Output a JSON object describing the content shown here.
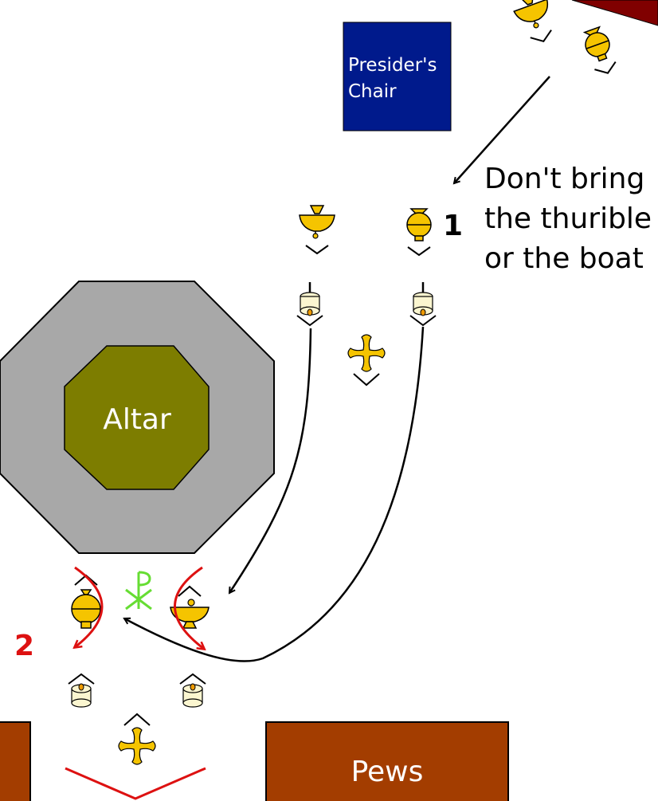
{
  "labels": {
    "presider_chair_line1": "Presider's",
    "presider_chair_line2": "Chair",
    "altar": "Altar",
    "pews": "Pews",
    "note_line1": "Don't bring",
    "note_line2": "the thurible",
    "note_line3": "or the boat",
    "step_1": "1",
    "step_2": "2"
  },
  "colors": {
    "chair": "#001a8c",
    "altar_outer": "#a8a8a8",
    "altar_inner": "#7d7d00",
    "pews": "#a33d00",
    "server": "#f5c400",
    "candle": "#fbf6d0",
    "flame": "#ee9a00",
    "chi_rho": "#66dd33",
    "motion": "#dd1111",
    "path": "#000000",
    "corner": "#800000"
  },
  "icons": {
    "thurible": "thurible-icon",
    "boat": "incense-boat-icon",
    "candle": "candle-icon",
    "cross": "processional-cross-icon",
    "chi_rho": "chi-rho-icon"
  }
}
